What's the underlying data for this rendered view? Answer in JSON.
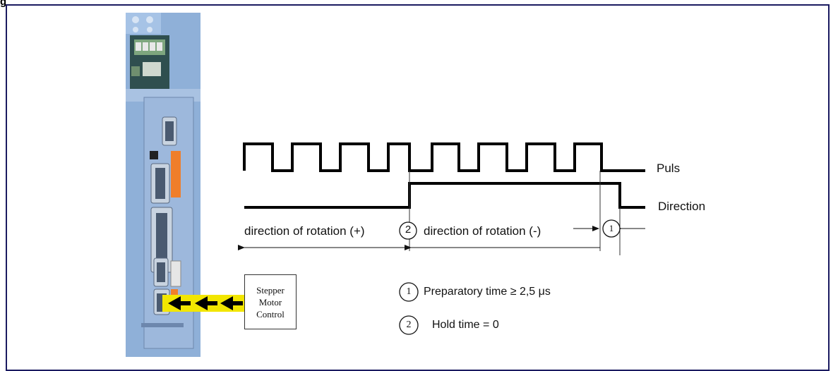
{
  "figure": {
    "label": "g"
  },
  "device": {
    "name": "drive-unit"
  },
  "stepper": {
    "lines": [
      "Stepper",
      "Motor",
      "Control"
    ]
  },
  "signals": {
    "puls_label": "Puls",
    "direction_label": "Direction"
  },
  "rotation": {
    "plus_label": "direction of rotation (+)",
    "minus_label": "direction of rotation (-)",
    "marker_2": "2",
    "marker_1": "1"
  },
  "legend": {
    "item1_number": "1",
    "item1_text": "Preparatory time  ≥ 2,5 μs",
    "item2_number": "2",
    "item2_text": "Hold time = 0"
  },
  "colors": {
    "frame": "#1a1a60",
    "device_body": "#8fb0d8",
    "arrow_fill": "#f2e600"
  }
}
